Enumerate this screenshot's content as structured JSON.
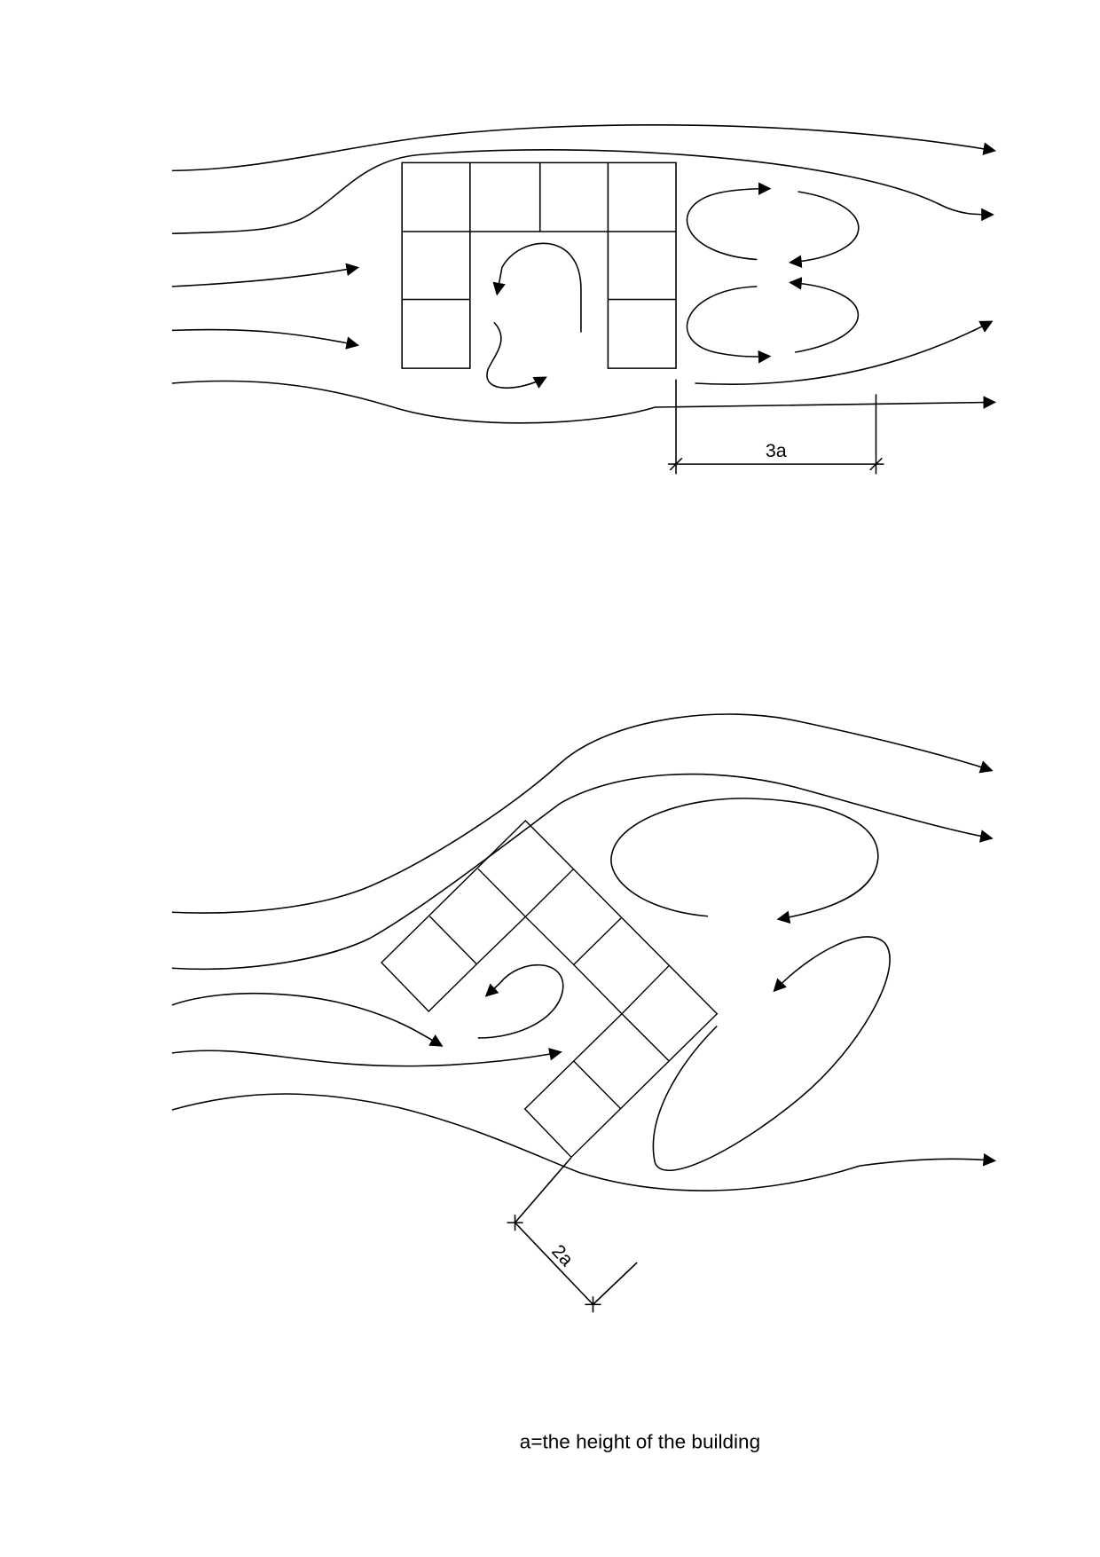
{
  "diagram": {
    "top": {
      "dimension_label": "3a"
    },
    "bottom": {
      "dimension_label": "2a"
    },
    "caption": "a=the height of the building"
  },
  "colors": {
    "stroke": "#000000",
    "background": "#ffffff"
  }
}
